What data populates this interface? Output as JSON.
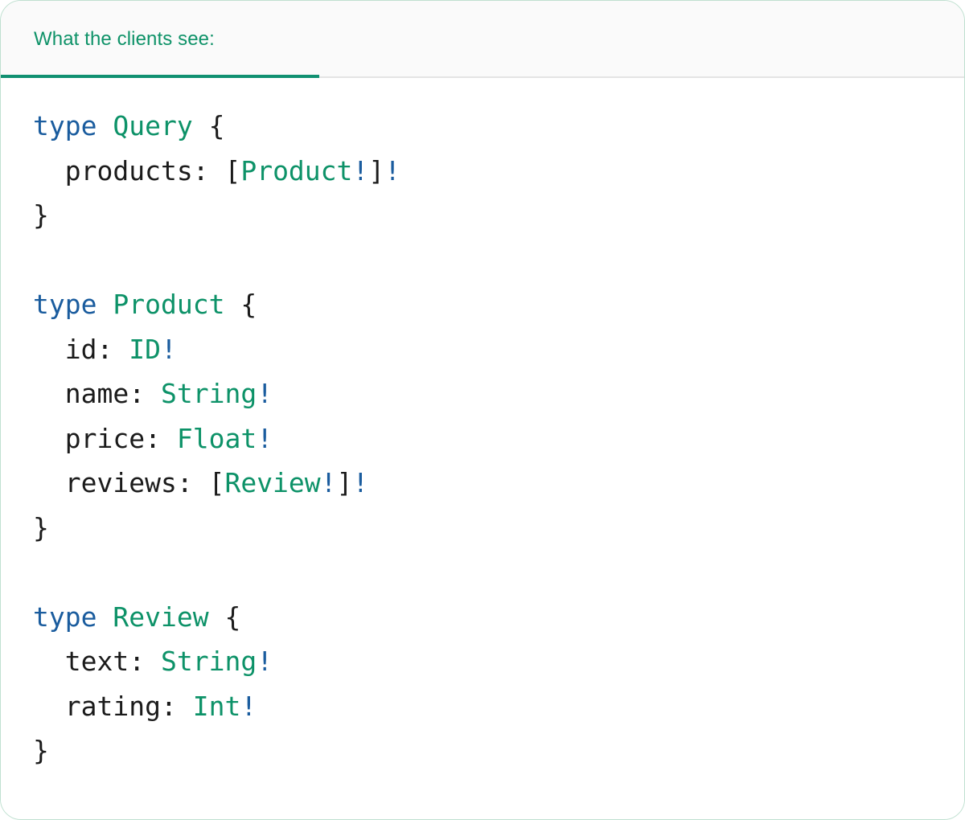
{
  "card": {
    "accent_green": "#0e9268",
    "accent_blue": "#1a5c9e",
    "border_color": "#bfe0d0",
    "header_bg": "#fafafa",
    "body_bg": "#ffffff"
  },
  "tabs": [
    {
      "label": "What the clients see:",
      "active": true
    }
  ],
  "code": {
    "language": "graphql",
    "text": "type Query {\n  products: [Product!]!\n}\n\ntype Product {\n  id: ID!\n  name: String!\n  price: Float!\n  reviews: [Review!]!\n}\n\ntype Review {\n  text: String!\n  rating: Int!\n}",
    "lines": [
      {
        "tokens": [
          {
            "t": "type",
            "c": "t-kw"
          },
          {
            "t": " ",
            "c": "t-punct"
          },
          {
            "t": "Query",
            "c": "t-type"
          },
          {
            "t": " ",
            "c": "t-punct"
          },
          {
            "t": "{",
            "c": "t-punct"
          }
        ]
      },
      {
        "tokens": [
          {
            "t": "  ",
            "c": "t-punct"
          },
          {
            "t": "products",
            "c": "t-field"
          },
          {
            "t": ": ",
            "c": "t-punct"
          },
          {
            "t": "[",
            "c": "t-punct"
          },
          {
            "t": "Product",
            "c": "t-type"
          },
          {
            "t": "!",
            "c": "t-bang"
          },
          {
            "t": "]",
            "c": "t-punct"
          },
          {
            "t": "!",
            "c": "t-bang"
          }
        ]
      },
      {
        "tokens": [
          {
            "t": "}",
            "c": "t-punct"
          }
        ]
      },
      {
        "tokens": []
      },
      {
        "tokens": [
          {
            "t": "type",
            "c": "t-kw"
          },
          {
            "t": " ",
            "c": "t-punct"
          },
          {
            "t": "Product",
            "c": "t-type"
          },
          {
            "t": " ",
            "c": "t-punct"
          },
          {
            "t": "{",
            "c": "t-punct"
          }
        ]
      },
      {
        "tokens": [
          {
            "t": "  ",
            "c": "t-punct"
          },
          {
            "t": "id",
            "c": "t-field"
          },
          {
            "t": ": ",
            "c": "t-punct"
          },
          {
            "t": "ID",
            "c": "t-type"
          },
          {
            "t": "!",
            "c": "t-bang"
          }
        ]
      },
      {
        "tokens": [
          {
            "t": "  ",
            "c": "t-punct"
          },
          {
            "t": "name",
            "c": "t-field"
          },
          {
            "t": ": ",
            "c": "t-punct"
          },
          {
            "t": "String",
            "c": "t-type"
          },
          {
            "t": "!",
            "c": "t-bang"
          }
        ]
      },
      {
        "tokens": [
          {
            "t": "  ",
            "c": "t-punct"
          },
          {
            "t": "price",
            "c": "t-field"
          },
          {
            "t": ": ",
            "c": "t-punct"
          },
          {
            "t": "Float",
            "c": "t-type"
          },
          {
            "t": "!",
            "c": "t-bang"
          }
        ]
      },
      {
        "tokens": [
          {
            "t": "  ",
            "c": "t-punct"
          },
          {
            "t": "reviews",
            "c": "t-field"
          },
          {
            "t": ": ",
            "c": "t-punct"
          },
          {
            "t": "[",
            "c": "t-punct"
          },
          {
            "t": "Review",
            "c": "t-type"
          },
          {
            "t": "!",
            "c": "t-bang"
          },
          {
            "t": "]",
            "c": "t-punct"
          },
          {
            "t": "!",
            "c": "t-bang"
          }
        ]
      },
      {
        "tokens": [
          {
            "t": "}",
            "c": "t-punct"
          }
        ]
      },
      {
        "tokens": []
      },
      {
        "tokens": [
          {
            "t": "type",
            "c": "t-kw"
          },
          {
            "t": " ",
            "c": "t-punct"
          },
          {
            "t": "Review",
            "c": "t-type"
          },
          {
            "t": " ",
            "c": "t-punct"
          },
          {
            "t": "{",
            "c": "t-punct"
          }
        ]
      },
      {
        "tokens": [
          {
            "t": "  ",
            "c": "t-punct"
          },
          {
            "t": "text",
            "c": "t-field"
          },
          {
            "t": ": ",
            "c": "t-punct"
          },
          {
            "t": "String",
            "c": "t-type"
          },
          {
            "t": "!",
            "c": "t-bang"
          }
        ]
      },
      {
        "tokens": [
          {
            "t": "  ",
            "c": "t-punct"
          },
          {
            "t": "rating",
            "c": "t-field"
          },
          {
            "t": ": ",
            "c": "t-punct"
          },
          {
            "t": "Int",
            "c": "t-type"
          },
          {
            "t": "!",
            "c": "t-bang"
          }
        ]
      },
      {
        "tokens": [
          {
            "t": "}",
            "c": "t-punct"
          }
        ]
      }
    ]
  }
}
